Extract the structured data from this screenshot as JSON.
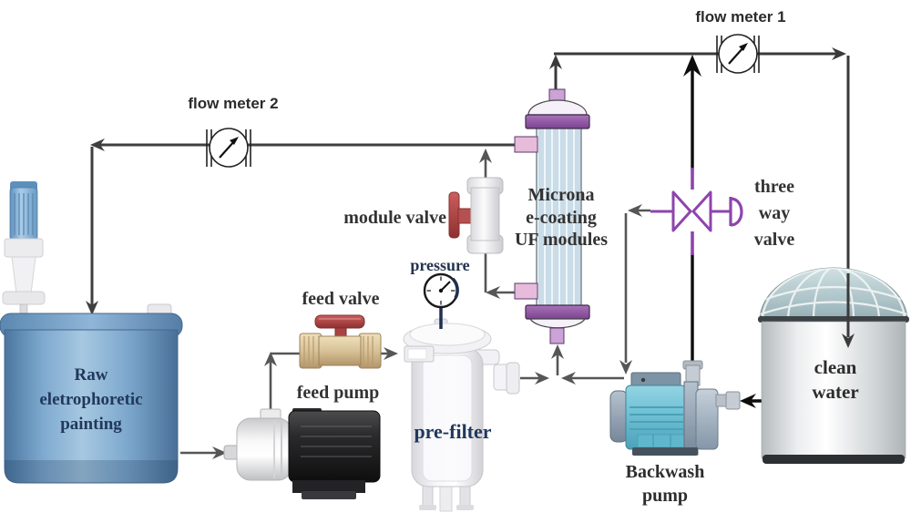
{
  "diagram_title_present": false,
  "labels": {
    "flow_meter_1": "flow meter 1",
    "flow_meter_2": "flow meter 2",
    "module_valve": "module valve",
    "pressure": "pressure",
    "feed_valve": "feed valve",
    "feed_pump": "feed pump",
    "pre_filter": "pre-filter",
    "uf_modules": {
      "line1": "Microna",
      "line2": "e-coating",
      "line3": "UF modules"
    },
    "three_way_valve": {
      "line1": "three",
      "line2": "way",
      "line3": "valve"
    },
    "raw_tank": {
      "line1": "Raw",
      "line2": "eletrophoretic",
      "line3": "painting"
    },
    "clean_water": {
      "line1": "clean",
      "line2": "water"
    },
    "backwash_pump": {
      "line1": "Backwash",
      "line2": "pump"
    }
  },
  "colors": {
    "pipe_grey": "#4e4e4e",
    "pipe_dark": "#3f3f3f",
    "backwash_line_black": "#0d0d0d",
    "three_way_valve_purple": "#8e44ad",
    "uf_cap_purple": "#9a5fae",
    "uf_port_pink": "#e6bcda",
    "raw_tank_blue": "#7fa9cf",
    "mixer_blue": "#84b2da",
    "clean_dome_grey_blue": "#a7bfc4",
    "backwash_pump_teal": "#6fc0d4",
    "feed_valve_tan": "#d8c298",
    "valve_handle_red": "#b84a4a",
    "label_navy": "#21385c",
    "label_dark": "#333333",
    "gauge_stem_navy": "#203050"
  }
}
